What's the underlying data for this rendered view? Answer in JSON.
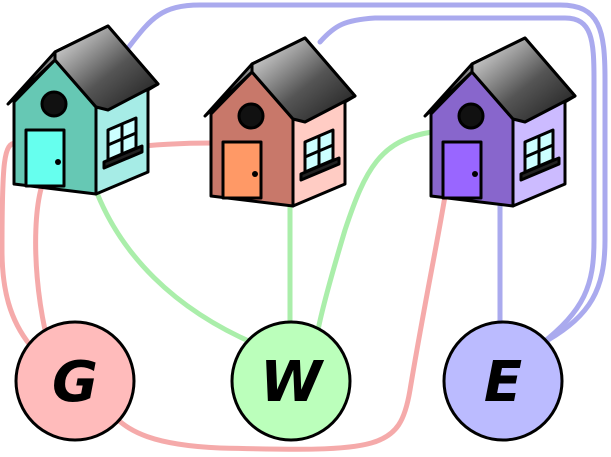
{
  "colors": {
    "gas": "#ffbbbb",
    "water": "#bbffbb",
    "electric": "#bbbbff",
    "gas_line": "#f5aaaa",
    "water_line": "#aaeeaa",
    "electric_line": "#aaaaee",
    "outline": "#000000",
    "roof_dark": "#2a2a2a",
    "roof_light": "#eeeeee"
  },
  "houses": [
    {
      "id": "house-teal",
      "wall": "#66c8b4",
      "wall_side": "#a6ece6",
      "door": "#66ffee",
      "window": "#ccffff"
    },
    {
      "id": "house-orange",
      "wall": "#c8786a",
      "wall_side": "#ffccc4",
      "door": "#ff9966",
      "window": "#ccffff"
    },
    {
      "id": "house-purple",
      "wall": "#8866cc",
      "wall_side": "#ccbbff",
      "door": "#9966ff",
      "window": "#ccffff"
    }
  ],
  "utilities": [
    {
      "id": "gas",
      "label": "G",
      "fill": "#ffbbbb"
    },
    {
      "id": "water",
      "label": "W",
      "fill": "#bbffbb"
    },
    {
      "id": "electric",
      "label": "E",
      "fill": "#bbbbff"
    }
  ]
}
